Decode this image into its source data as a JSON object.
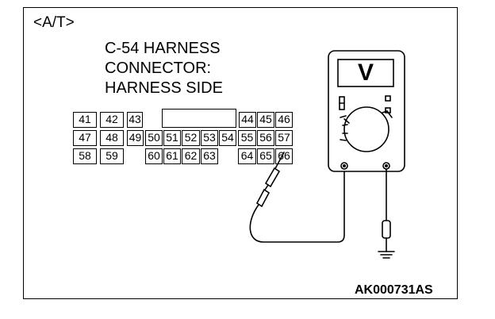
{
  "group_tag": "<A/T>",
  "connector": {
    "title_lines": [
      "C-54 HARNESS",
      "CONNECTOR:",
      "HARNESS SIDE"
    ],
    "rows": [
      [
        "41",
        "42",
        "43",
        "",
        "44",
        "45",
        "46"
      ],
      [
        "47",
        "48",
        "49",
        "50",
        "51",
        "52",
        "53",
        "54",
        "55",
        "56",
        "57"
      ],
      [
        "58",
        "59",
        "",
        "60",
        "61",
        "62",
        "63",
        "",
        "64",
        "65",
        "66"
      ]
    ],
    "probed_pin": "66"
  },
  "meter": {
    "type": "voltmeter",
    "symbol": "V",
    "probe_to": "ground"
  },
  "figure_code": "AK000731AS"
}
